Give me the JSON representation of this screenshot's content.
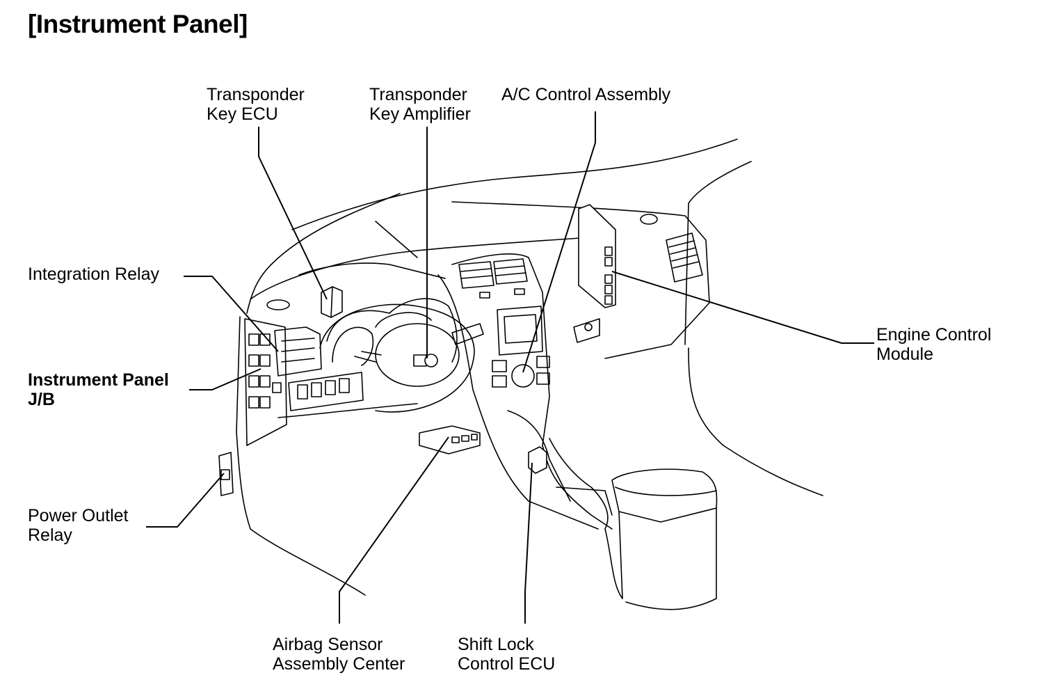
{
  "title": "[Instrument Panel]",
  "labels": {
    "transponder_key_ecu": [
      "Transponder",
      "Key ECU"
    ],
    "transponder_key_amplifier": [
      "Transponder",
      "Key Amplifier"
    ],
    "ac_control_assembly": [
      "A/C Control Assembly"
    ],
    "integration_relay": [
      "Integration Relay"
    ],
    "instrument_panel_jb": [
      "Instrument Panel",
      "J/B"
    ],
    "engine_control_module": [
      "Engine Control",
      "Module"
    ],
    "power_outlet_relay": [
      "Power Outlet",
      "Relay"
    ],
    "airbag_sensor_assembly_center": [
      "Airbag Sensor",
      "Assembly Center"
    ],
    "shift_lock_control_ecu": [
      "Shift Lock",
      "Control ECU"
    ]
  }
}
